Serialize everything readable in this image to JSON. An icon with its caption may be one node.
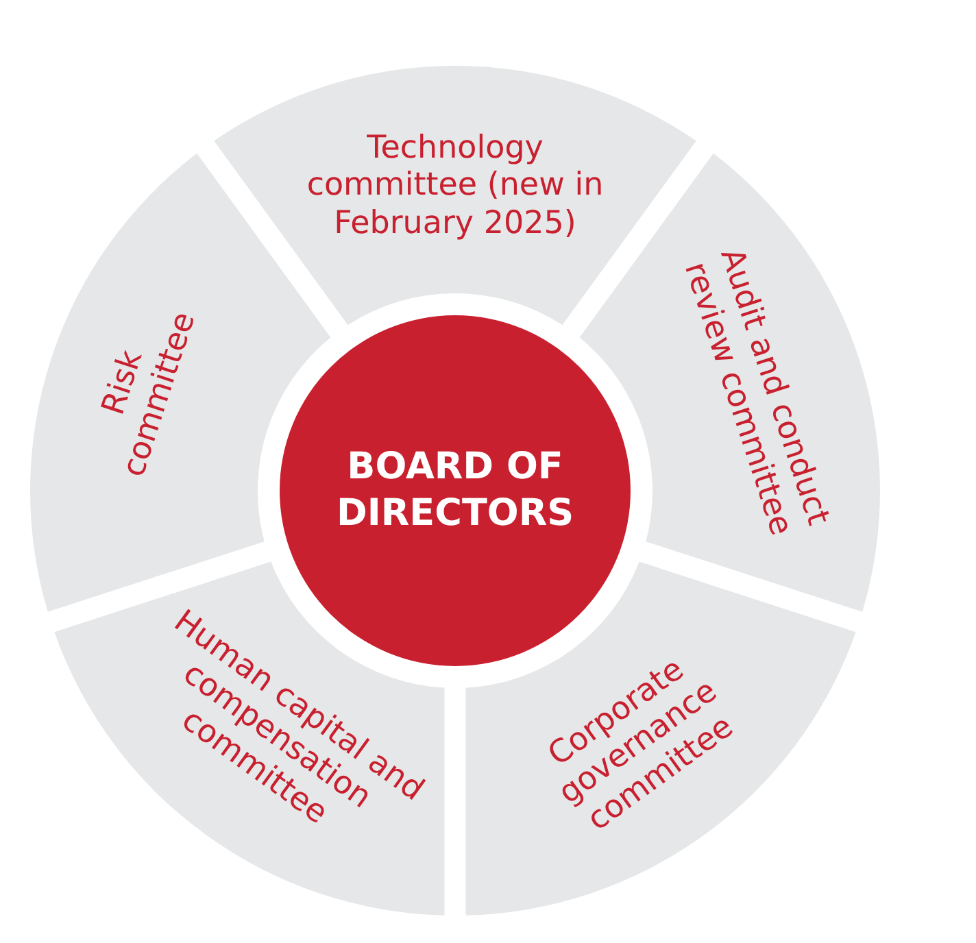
{
  "diagram": {
    "nodes": [
      {
        "text": [
          "BOARD OF DIRECTORS"
        ]
      },
      {
        "text": [
          "Technology committee (new in February 2025)"
        ]
      },
      {
        "text": [
          "Audit and conduct review committee"
        ]
      },
      {
        "text": [
          "Corporate governance committee"
        ]
      },
      {
        "text": [
          "Human capital and compensation committee"
        ]
      },
      {
        "text": [
          "Risk committee"
        ]
      }
    ]
  }
}
